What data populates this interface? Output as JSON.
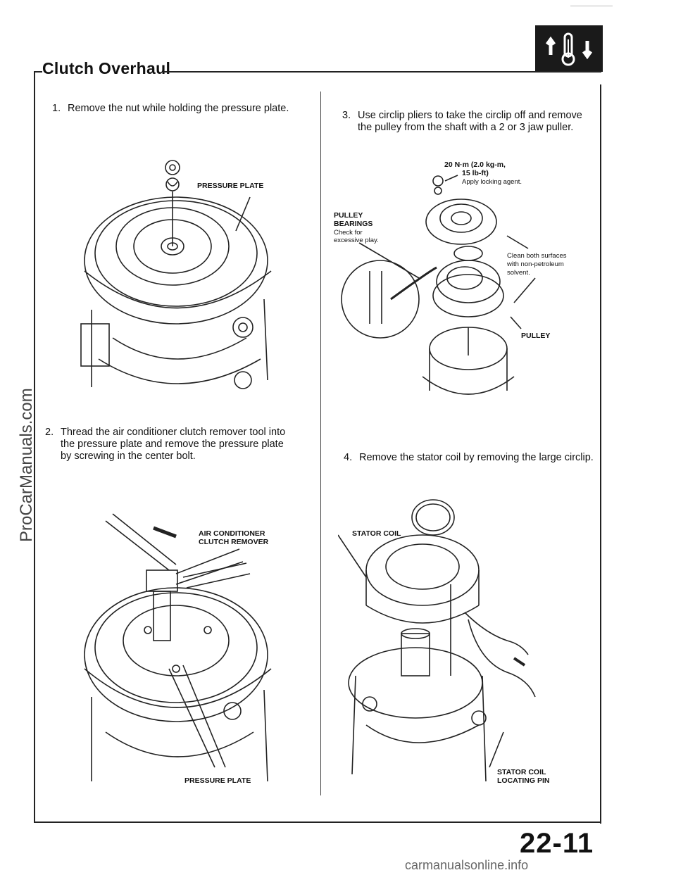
{
  "header": {
    "title": "Clutch Overhaul"
  },
  "steps": [
    {
      "num": "1.",
      "text": "Remove the nut while holding the pressure plate."
    },
    {
      "num": "2.",
      "line1": "Thread the air conditioner clutch remover tool into",
      "line2": "the pressure plate and remove the pressure plate",
      "line3": "by screwing in the center bolt."
    },
    {
      "num": "3.",
      "line1": "Use circlip pliers to take the circlip off and remove",
      "line2": "the pulley from the shaft with a 2 or 3 jaw puller."
    },
    {
      "num": "4.",
      "text": "Remove the stator coil by removing the large circlip."
    }
  ],
  "callouts": {
    "pressure_plate_1": "PRESSURE PLATE",
    "torque_line1": "20 N·m (2.0 kg-m,",
    "torque_line2": "15 lb-ft)",
    "torque_line3": "Apply locking agent.",
    "pulley_bearings_1": "PULLEY",
    "pulley_bearings_2": "BEARINGS",
    "check_for": "Check for",
    "excessive_play": "excessive play.",
    "clean_1": "Clean both surfaces",
    "clean_2": "with non-petroleum",
    "clean_3": "solvent.",
    "pulley": "PULLEY",
    "remover_1": "AIR CONDITIONER",
    "remover_2": "CLUTCH REMOVER",
    "pressure_plate_2": "PRESSURE PLATE",
    "stator_coil": "STATOR COIL",
    "locating_1": "STATOR COIL",
    "locating_2": "LOCATING PIN"
  },
  "footer": {
    "page_number": "22-11",
    "watermark_bottom": "carmanualsonline.info",
    "watermark_left": "ProCarManuals.com"
  },
  "icons": [
    "ac-thermometer-icon"
  ]
}
